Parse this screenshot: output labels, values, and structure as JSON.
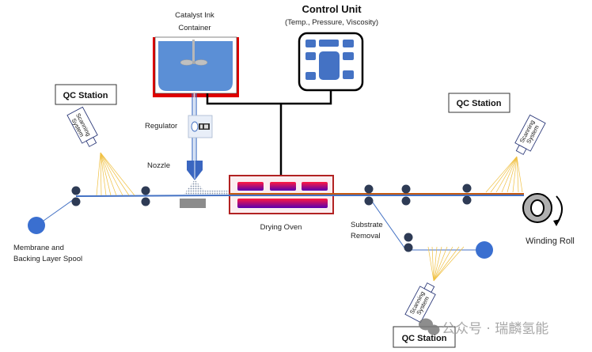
{
  "diagram": {
    "labels": {
      "catalyst_container_line1": "Catalyst Ink",
      "catalyst_container_line2": "Container",
      "control_unit_title": "Control Unit",
      "control_unit_subtitle": "(Temp., Pressure, Viscosity)",
      "regulator": "Regulator",
      "nozzle": "Nozzle",
      "drying_oven": "Drying Oven",
      "substrate_removal_line1": "Substrate",
      "substrate_removal_line2": "Removal",
      "winding_roll": "Winding Roll",
      "spool_line1": "Membrane and",
      "spool_line2": "Backing Layer Spool"
    },
    "qc_stations": [
      {
        "label": "QC Station",
        "scanner_line1": "Scanning",
        "scanner_line2": "System"
      },
      {
        "label": "QC Station",
        "scanner_line1": "Scanning",
        "scanner_line2": "System"
      },
      {
        "label": "QC Station",
        "scanner_line1": "Scanning",
        "scanner_line2": "System"
      }
    ],
    "colors": {
      "web_blue": "#4472c4",
      "coated_orange": "#c55a11",
      "container_fill": "#5b8fd6",
      "frame_red": "#e00000",
      "oven_border": "#b22222",
      "roller": "#2e3b55",
      "scan_rays": "#f0c040"
    }
  },
  "watermark": {
    "text": "公众号 · 瑞麟氢能"
  }
}
